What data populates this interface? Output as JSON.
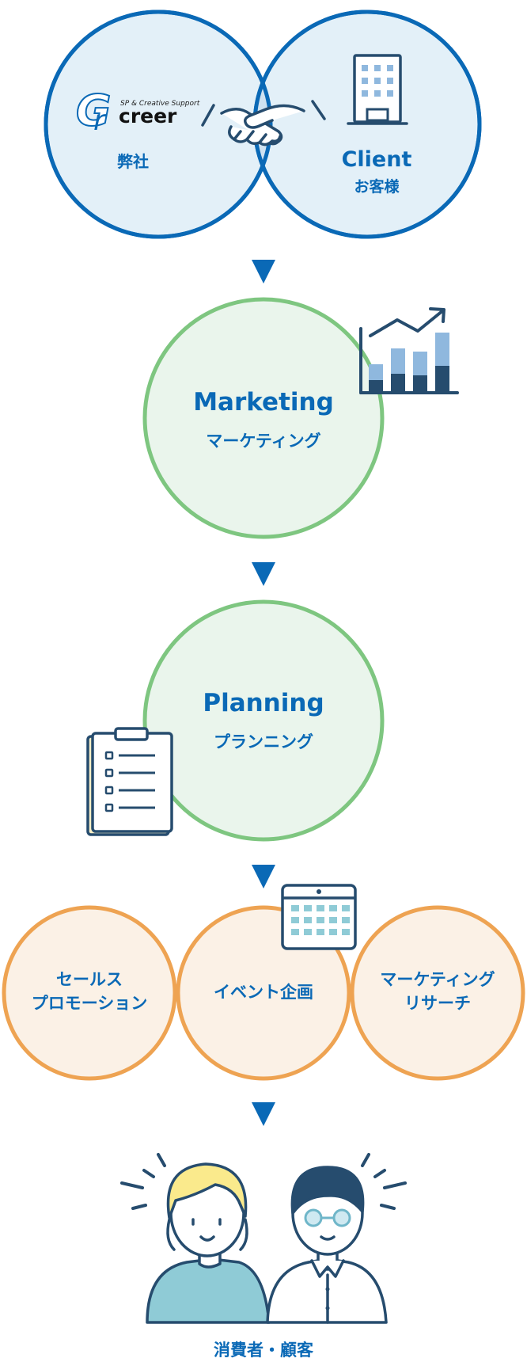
{
  "partners": {
    "company": {
      "logo_text": "creer",
      "logo_tagline": "SP & Creative Support",
      "label": "弊社"
    },
    "client": {
      "title": "Client",
      "label": "お客様"
    }
  },
  "marketing": {
    "title": "Marketing",
    "subtitle": "マーケティング"
  },
  "planning": {
    "title": "Planning",
    "subtitle": "プランニング"
  },
  "services": [
    {
      "line1": "セールス",
      "line2": "プロモーション"
    },
    {
      "line1": "イベント企画",
      "line2": ""
    },
    {
      "line1": "マーケティング",
      "line2": "リサーチ"
    }
  ],
  "consumers": {
    "label": "消費者・顧客"
  },
  "colors": {
    "blue": "#0a69b6",
    "blue_fill": "#e3f0f8",
    "blue_overlap": "#cfe2f1",
    "green": "#7ec680",
    "green_fill": "#eaf5ec",
    "orange": "#eea352",
    "orange_fill": "#fbf1e6",
    "navy": "#264c6e",
    "light_blue": "#8fb8de"
  }
}
